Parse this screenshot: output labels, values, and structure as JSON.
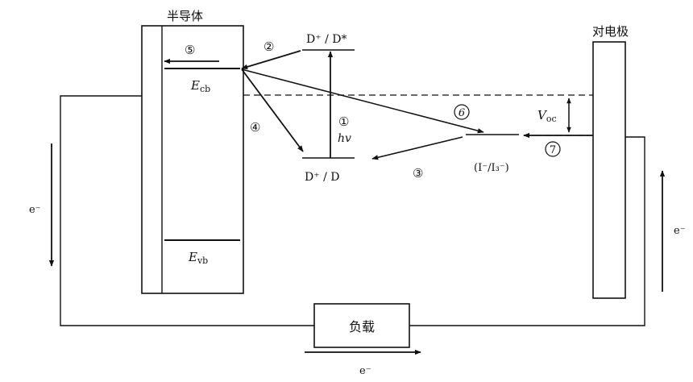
{
  "labels": {
    "semiconductor": "半导体",
    "counter_electrode": "对电极",
    "load": "负载",
    "ecb_main": "E",
    "ecb_sub": "cb",
    "evb_main": "E",
    "evb_sub": "vb",
    "voc_main": "V",
    "voc_sub": "oc",
    "excited_state": "D⁺ / D*",
    "ground_state": "D⁺ / D",
    "redox_couple": "(I⁻/I₃⁻)",
    "hv": "hv",
    "electron": "e⁻"
  },
  "steps": {
    "s1": "①",
    "s2": "②",
    "s3": "③",
    "s4": "④",
    "s5": "⑤",
    "s6": "6",
    "s7": "7"
  },
  "colors": {
    "line": "#111111",
    "background": "#ffffff"
  }
}
